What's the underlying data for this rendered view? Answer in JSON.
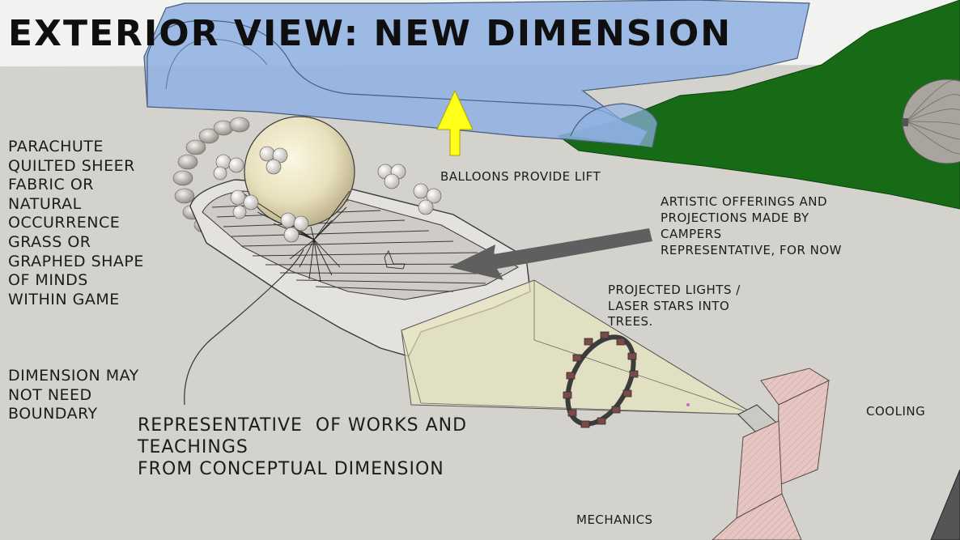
{
  "title": "EXTERIOR VIEW: NEW DIMENSION",
  "annotations": {
    "parachute": [
      "PARACHUTE",
      "QUILTED SHEER",
      "FABRIC OR",
      "NATURAL",
      "OCCURRENCE",
      "GRASS OR",
      "GRAPHED SHAPE",
      "OF MINDS",
      "WITHIN GAME"
    ],
    "dimension_boundary": [
      "DIMENSION MAY",
      "NOT NEED",
      "BOUNDARY"
    ],
    "representative": [
      "REPRESENTATIVE  OF WORKS AND",
      "TEACHINGS",
      "FROM CONCEPTUAL DIMENSION"
    ],
    "balloons": "BALLOONS PROVIDE LIFT",
    "artistic": [
      "ARTISTIC OFFERINGS AND",
      "PROJECTIONS MADE BY",
      "CAMPERS",
      "REPRESENTATIVE, FOR NOW"
    ],
    "projected": [
      "PROJECTED LIGHTS /",
      "LASER STARS INTO",
      "TREES."
    ],
    "cooling": "COOLING",
    "mechanics": "MECHANICS"
  },
  "colors": {
    "background": "#d3d2cc",
    "sky": "#f2f2f0",
    "canopy": "#8eb0e3",
    "hill": "#176b17",
    "lift_arrow": "#ffff1a",
    "pointer_arrow": "#5f5f5f",
    "light_cone": "#e8e6bd",
    "ring": "#7a4a48",
    "machinery": "#e7c7c3"
  }
}
